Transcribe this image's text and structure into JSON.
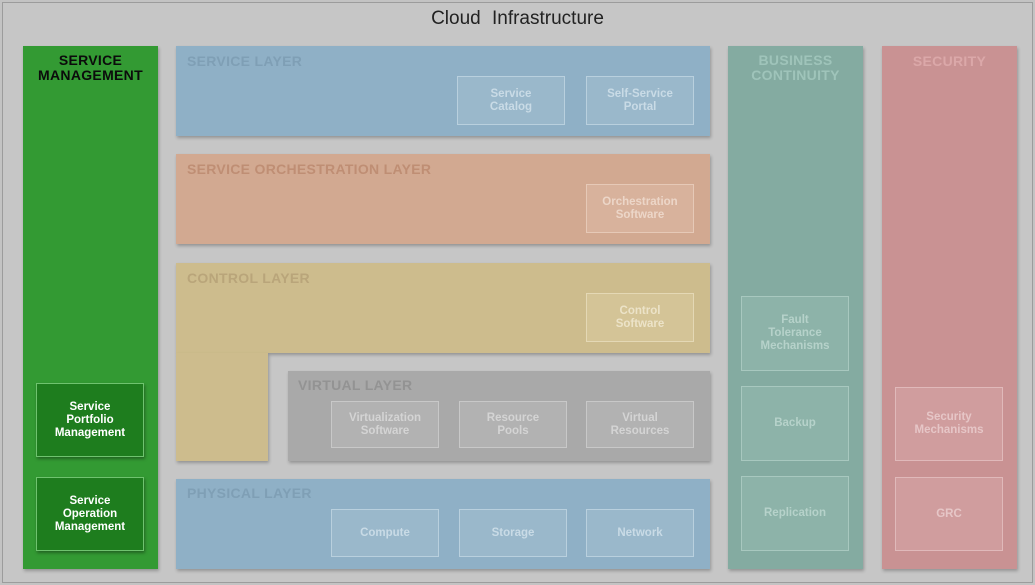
{
  "title": "Cloud  Infrastructure",
  "service_management": {
    "label": "SERVICE\nMANAGEMENT",
    "items": [
      "Service\nPortfolio\nManagement",
      "Service\nOperation\nManagement"
    ]
  },
  "service_layer": {
    "label": "SERVICE LAYER",
    "items": [
      "Service\nCatalog",
      "Self-Service\nPortal"
    ]
  },
  "orchestration_layer": {
    "label": "SERVICE ORCHESTRATION LAYER",
    "items": [
      "Orchestration\nSoftware"
    ]
  },
  "control_layer": {
    "label": "CONTROL LAYER",
    "items": [
      "Control\nSoftware"
    ]
  },
  "virtual_layer": {
    "label": "VIRTUAL LAYER",
    "items": [
      "Virtualization\nSoftware",
      "Resource\nPools",
      "Virtual\nResources"
    ]
  },
  "physical_layer": {
    "label": "PHYSICAL LAYER",
    "items": [
      "Compute",
      "Storage",
      "Network"
    ]
  },
  "business_continuity": {
    "label": "BUSINESS\nCONTINUITY",
    "items": [
      "Fault\nTolerance\nMechanisms",
      "Backup",
      "Replication"
    ]
  },
  "security": {
    "label": "SECURITY",
    "items": [
      "Security\nMechanisms",
      "GRC"
    ]
  }
}
